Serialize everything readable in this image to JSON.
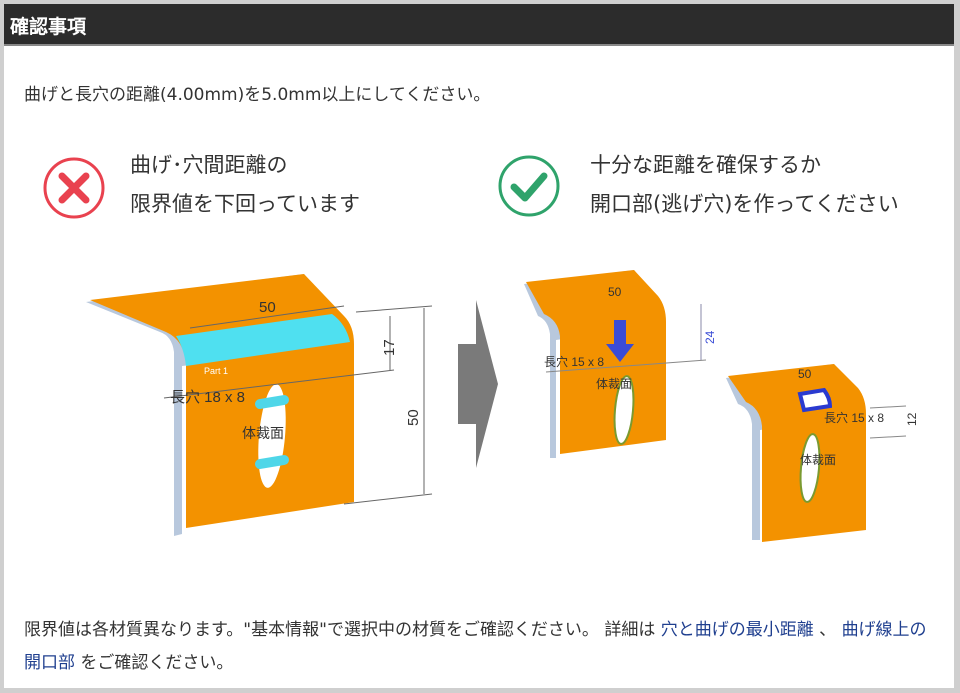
{
  "header": {
    "title": "確認事項"
  },
  "message": "曲げと長穴の距離(4.00mm)を5.0mm以上にしてください。",
  "bad": {
    "icon": "x-circle-icon",
    "line1": "曲げ･穴間距離の",
    "line2": "限界値を下回っています",
    "color": "#e9424f"
  },
  "good": {
    "icon": "check-circle-icon",
    "line1": "十分な距離を確保するか",
    "line2": "開口部(逃げ穴)を作ってください",
    "color": "#2fa36b"
  },
  "diagram_left": {
    "width": "50",
    "height": "50",
    "distance": "17",
    "hole": "長穴 18 x 8",
    "face": "体裁面",
    "part": "Part 1"
  },
  "diagram_right1": {
    "width": "50",
    "distance": "24",
    "hole": "長穴 15 x 8",
    "face": "体裁面"
  },
  "diagram_right2": {
    "width": "50",
    "distance": "12",
    "hole": "長穴 15 x 8",
    "face": "体裁面"
  },
  "footer": {
    "text1": "限界値は各材質異なります。\"基本情報\"で選択中の材質をご確認ください。 詳細は ",
    "link1": "穴と曲げの最小距離",
    "sep": " 、 ",
    "link2": "曲げ線上の開口部",
    "text2": " をご確認ください。"
  }
}
